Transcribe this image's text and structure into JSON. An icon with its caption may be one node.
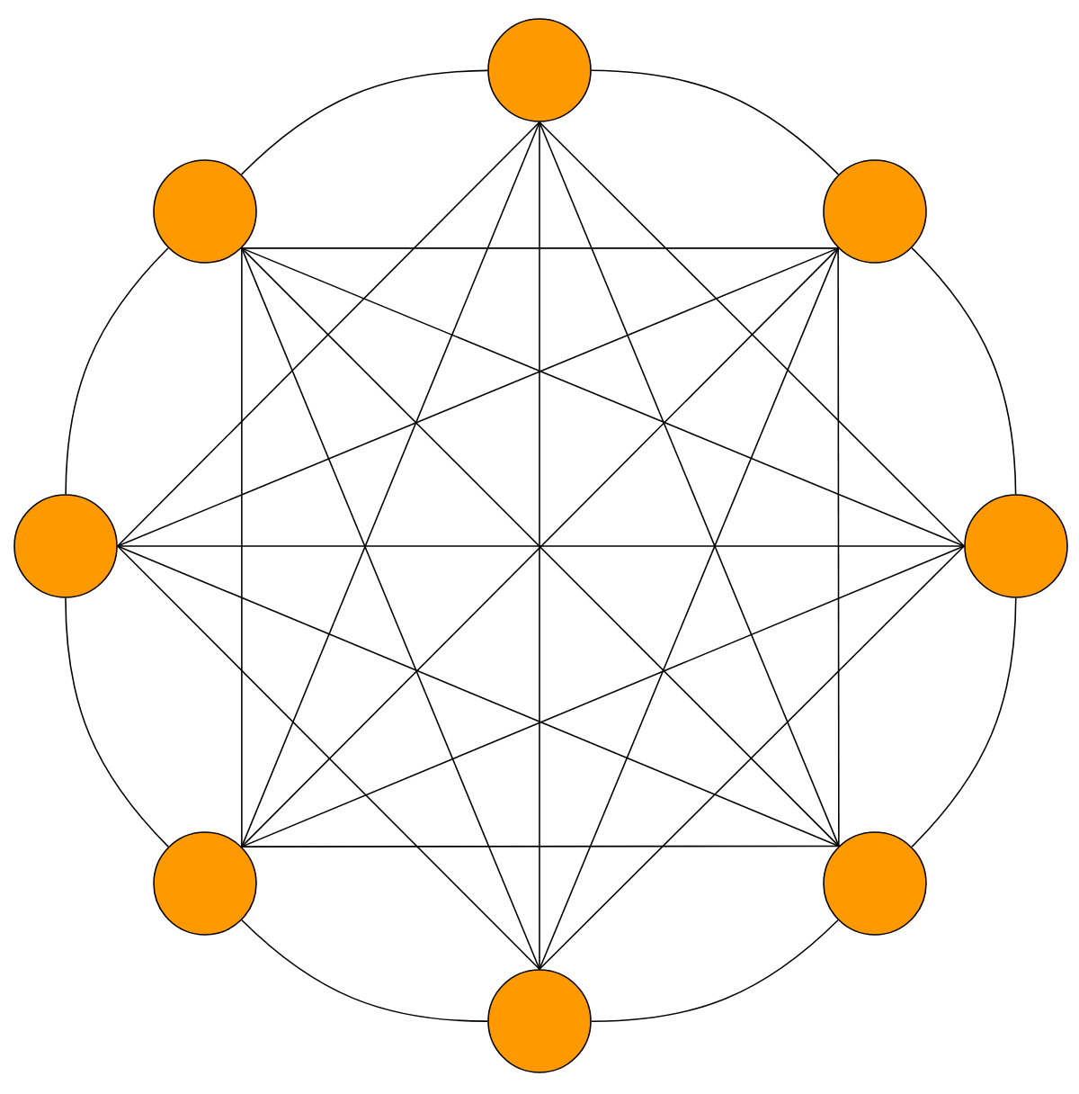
{
  "diagram": {
    "nodes": [
      {
        "text": [],
        "shape": "circle"
      },
      {
        "text": [],
        "shape": "circle"
      },
      {
        "text": [],
        "shape": "circle"
      },
      {
        "text": [],
        "shape": "circle"
      },
      {
        "text": [],
        "shape": "circle"
      },
      {
        "text": [],
        "shape": "circle"
      },
      {
        "text": [],
        "shape": "circle"
      },
      {
        "text": [],
        "shape": "circle"
      }
    ],
    "edges": [
      {
        "from": 0,
        "to": 1,
        "arrow": "none"
      },
      {
        "from": 0,
        "to": 2,
        "arrow": "none"
      },
      {
        "from": 0,
        "to": 3,
        "arrow": "none"
      },
      {
        "from": 0,
        "to": 4,
        "arrow": "none"
      },
      {
        "from": 0,
        "to": 5,
        "arrow": "none"
      },
      {
        "from": 0,
        "to": 6,
        "arrow": "none"
      },
      {
        "from": 0,
        "to": 7,
        "arrow": "none"
      },
      {
        "from": 1,
        "to": 2,
        "arrow": "none"
      },
      {
        "from": 1,
        "to": 3,
        "arrow": "none"
      },
      {
        "from": 1,
        "to": 4,
        "arrow": "none"
      },
      {
        "from": 1,
        "to": 5,
        "arrow": "none"
      },
      {
        "from": 1,
        "to": 6,
        "arrow": "none"
      },
      {
        "from": 1,
        "to": 7,
        "arrow": "none"
      },
      {
        "from": 2,
        "to": 3,
        "arrow": "none"
      },
      {
        "from": 2,
        "to": 4,
        "arrow": "none"
      },
      {
        "from": 2,
        "to": 5,
        "arrow": "none"
      },
      {
        "from": 2,
        "to": 6,
        "arrow": "none"
      },
      {
        "from": 2,
        "to": 7,
        "arrow": "none"
      },
      {
        "from": 3,
        "to": 4,
        "arrow": "none"
      },
      {
        "from": 3,
        "to": 5,
        "arrow": "none"
      },
      {
        "from": 3,
        "to": 6,
        "arrow": "none"
      },
      {
        "from": 3,
        "to": 7,
        "arrow": "none"
      },
      {
        "from": 4,
        "to": 5,
        "arrow": "none"
      },
      {
        "from": 4,
        "to": 6,
        "arrow": "none"
      },
      {
        "from": 4,
        "to": 7,
        "arrow": "none"
      },
      {
        "from": 5,
        "to": 6,
        "arrow": "none"
      },
      {
        "from": 5,
        "to": 7,
        "arrow": "none"
      },
      {
        "from": 6,
        "to": 7,
        "arrow": "none"
      }
    ]
  }
}
